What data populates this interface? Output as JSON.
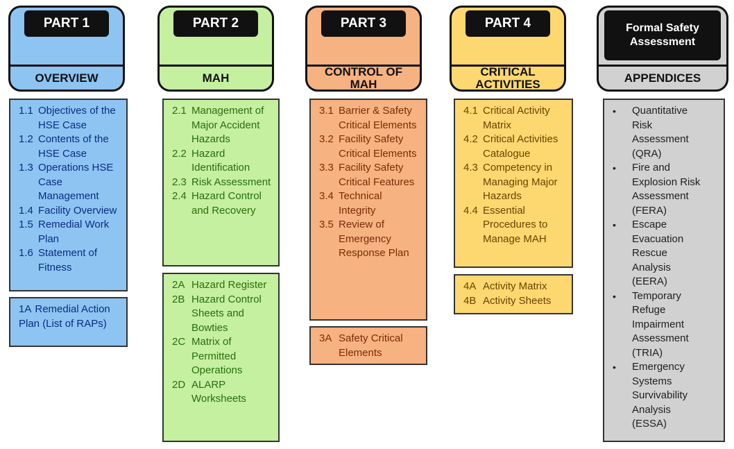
{
  "colors": {
    "part1": "#8ec4f2",
    "part2": "#c4f0a0",
    "part3": "#f7b281",
    "part4": "#fdd870",
    "appendices": "#d1d1d1",
    "outline": "#111111"
  },
  "part1": {
    "title": "PART 1",
    "subtitle": "OVERVIEW",
    "items": [
      {
        "num": "1.1",
        "text": "Objectives of the HSE Case"
      },
      {
        "num": "1.2",
        "text": "Contents of the HSE Case"
      },
      {
        "num": "1.3",
        "text": "Operations HSE Case Management"
      },
      {
        "num": "1.4",
        "text": "Facility Overview"
      },
      {
        "num": "1.5",
        "text": "Remedial Work Plan"
      },
      {
        "num": "1.6",
        "text": "Statement of Fitness"
      }
    ],
    "annex": [
      {
        "num": "1A",
        "text": "Remedial Action Plan (List of RAPs)"
      }
    ]
  },
  "part2": {
    "title": "PART 2",
    "subtitle": "MAH",
    "items": [
      {
        "num": "2.1",
        "text": "Management of Major Accident Hazards"
      },
      {
        "num": "2.2",
        "text": "Hazard Identification"
      },
      {
        "num": "2.3",
        "text": "Risk Assessment"
      },
      {
        "num": "2.4",
        "text": "Hazard Control and Recovery"
      }
    ],
    "annex": [
      {
        "num": "2A",
        "text": "Hazard Register"
      },
      {
        "num": "2B",
        "text": "Hazard Control Sheets and Bowties"
      },
      {
        "num": "2C",
        "text": "Matrix of Permitted Operations"
      },
      {
        "num": "2D",
        "text": "ALARP Worksheets"
      }
    ]
  },
  "part3": {
    "title": "PART 3",
    "subtitle": "CONTROL OF MAH",
    "items": [
      {
        "num": "3.1",
        "text": "Barrier & Safety Critical Elements"
      },
      {
        "num": "3.2",
        "text": "Facility Safety Critical Elements"
      },
      {
        "num": "3.3",
        "text": "Facility Safety Critical Features"
      },
      {
        "num": "3.4",
        "text": "Technical Integrity"
      },
      {
        "num": "3.5",
        "text": "Review of Emergency Response Plan"
      }
    ],
    "annex": [
      {
        "num": "3A",
        "text": "Safety Critical Elements"
      }
    ]
  },
  "part4": {
    "title": "PART 4",
    "subtitle": "CRITICAL ACTIVITIES",
    "items": [
      {
        "num": "4.1",
        "text": "Critical Activity Matrix"
      },
      {
        "num": "4.2",
        "text": "Critical Activities Catalogue"
      },
      {
        "num": "4.3",
        "text": "Competency in Managing Major Hazards"
      },
      {
        "num": "4.4",
        "text": "Essential Procedures to Manage MAH"
      }
    ],
    "annex": [
      {
        "num": "4A",
        "text": "Activity Matrix"
      },
      {
        "num": "4B",
        "text": "Activity Sheets"
      }
    ]
  },
  "appendices": {
    "title": "Formal Safety Assessment",
    "subtitle": "APPENDICES",
    "items": [
      "Quantitative Risk Assessment (QRA)",
      "Fire and Explosion Risk Assessment (FERA)",
      "Escape Evacuation Rescue Analysis (EERA)",
      "Temporary Refuge Impairment Assessment (TRIA)",
      "Emergency Systems Survivability Analysis (ESSA)"
    ]
  }
}
